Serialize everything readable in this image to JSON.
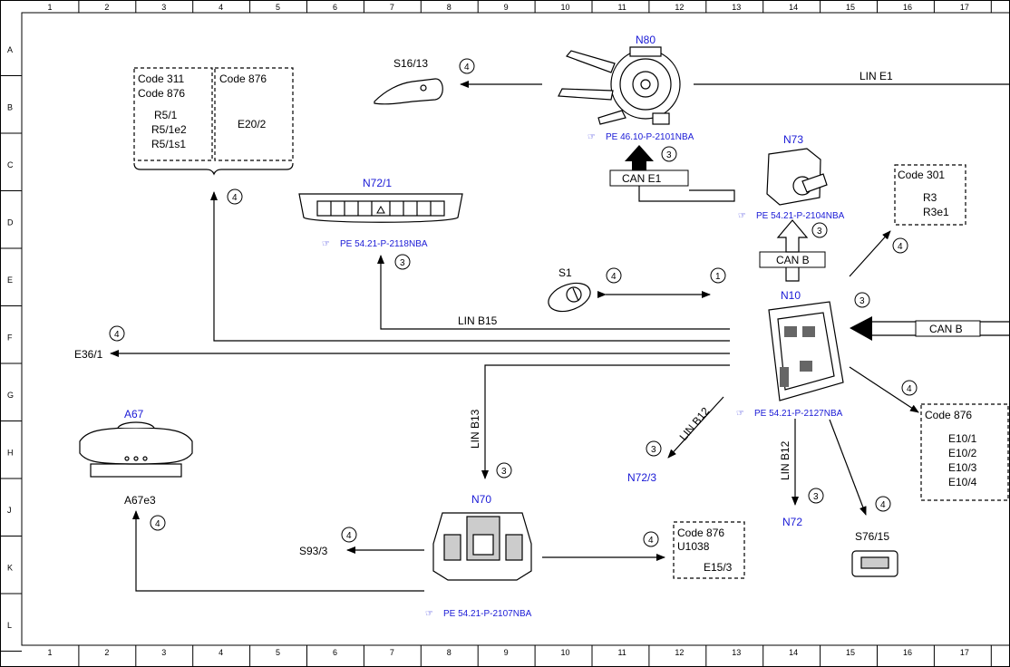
{
  "grid": {
    "columns": [
      "1",
      "2",
      "3",
      "4",
      "5",
      "6",
      "7",
      "8",
      "9",
      "10",
      "11",
      "12",
      "13",
      "14",
      "15",
      "16",
      "17"
    ],
    "rows": [
      "A",
      "B",
      "C",
      "D",
      "E",
      "F",
      "G",
      "H",
      "J",
      "K",
      "L"
    ]
  },
  "components": {
    "N80": "N80",
    "N73": "N73",
    "N72_1": "N72/1",
    "N10": "N10",
    "A67": "A67",
    "N70": "N70",
    "N72": "N72",
    "N72_3": "N72/3"
  },
  "labels": {
    "S16_13": "S16/13",
    "S1": "S1",
    "E36_1": "E36/1",
    "A67e3": "A67e3",
    "S93_3": "S93/3",
    "S76_15": "S76/15"
  },
  "buses": {
    "lin_e1": "LIN E1",
    "can_e1": "CAN E1",
    "can_b_n73": "CAN B",
    "can_b_right": "CAN B",
    "lin_b15": "LIN B15",
    "lin_b13": "LIN B13",
    "lin_b12_a": "LIN B12",
    "lin_b12_b": "LIN B12"
  },
  "refs": {
    "n80": "PE 46.10-P-2101NBA",
    "n73": "PE 54.21-P-2104NBA",
    "n72_1": "PE 54.21-P-2118NBA",
    "n10": "PE 54.21-P-2127NBA",
    "n70": "PE 54.21-P-2107NBA"
  },
  "code_boxes": {
    "code311": [
      "Code 311",
      "Code 876",
      "R5/1",
      "R5/1e2",
      "R5/1s1"
    ],
    "code876_top": [
      "Code 876",
      "E20/2"
    ],
    "code301": [
      "Code 301",
      "R3",
      "R3e1"
    ],
    "code876_right": [
      "Code 876",
      "E10/1",
      "E10/2",
      "E10/3",
      "E10/4"
    ],
    "code876_bottom": [
      "Code 876",
      "U1038",
      "E15/3"
    ]
  },
  "circle_numbers": {
    "s16": "4",
    "n80": "3",
    "n73": "3",
    "e_code301": "4",
    "s1": "4",
    "one": "1",
    "n72_1": "3",
    "code311": "4",
    "e36": "4",
    "canb": "3",
    "code876r": "4",
    "n72_3": "3",
    "n72": "3",
    "s76": "4",
    "n70": "3",
    "s93": "4",
    "code876b": "4",
    "a67": "4"
  }
}
